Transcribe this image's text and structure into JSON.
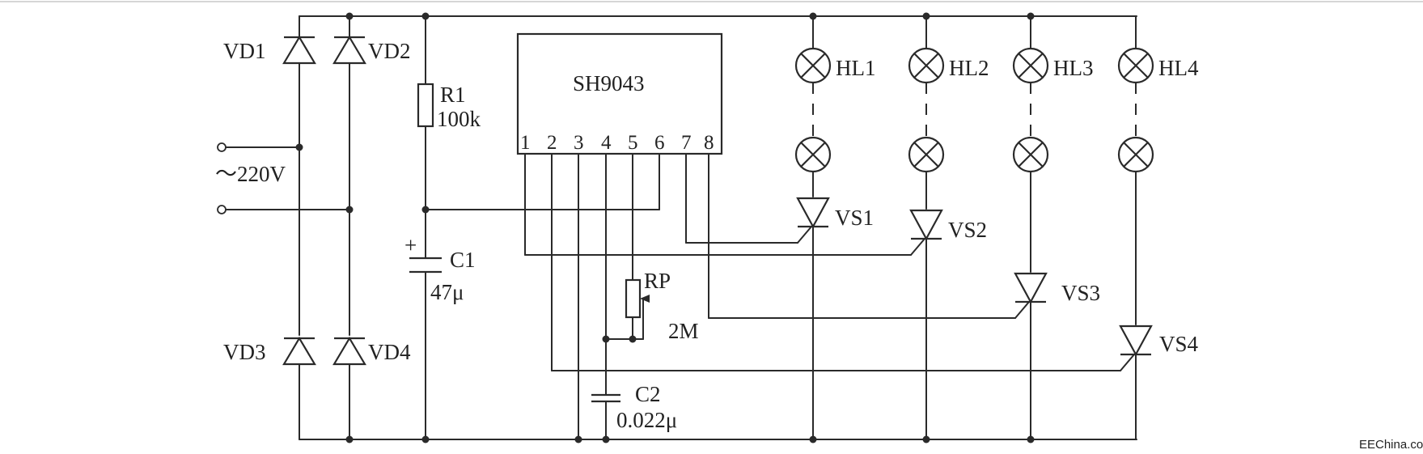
{
  "ic": {
    "name": "SH9043",
    "pins": [
      "1",
      "2",
      "3",
      "4",
      "5",
      "6",
      "7",
      "8"
    ]
  },
  "source": {
    "label": "～220V"
  },
  "diodes": [
    "VD1",
    "VD2",
    "VD3",
    "VD4"
  ],
  "r1": {
    "name": "R1",
    "value": "100k"
  },
  "c1": {
    "name": "C1",
    "value": "47μ",
    "polarity": "+"
  },
  "rp": {
    "name": "RP",
    "value": "2M"
  },
  "c2": {
    "name": "C2",
    "value": "0.022μ"
  },
  "lamps": [
    "HL1",
    "HL2",
    "HL3",
    "HL4"
  ],
  "thyristors": [
    "VS1",
    "VS2",
    "VS3",
    "VS4"
  ],
  "watermark": "EEChina.com",
  "colors": {
    "ink": "#2a2a2a",
    "background": "#ffffff"
  }
}
